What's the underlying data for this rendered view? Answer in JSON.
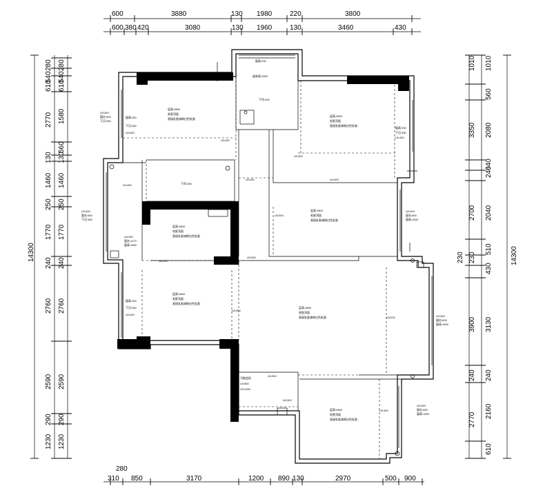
{
  "dimensions": {
    "top_outer": [
      "600",
      "3880",
      "130",
      "1980",
      "220",
      "3800"
    ],
    "top_inner": [
      "600",
      "380",
      "420",
      "3080",
      "130",
      "1960",
      "130",
      "3460",
      "430"
    ],
    "bottom_inner": [
      "310",
      "850",
      "3170",
      "1200",
      "890",
      "130",
      "2970",
      "500",
      "900"
    ],
    "bottom_extra": "280",
    "left_outer": [
      "280",
      "540",
      "610",
      "2770",
      "130",
      "1460",
      "250",
      "1770",
      "240",
      "2760",
      "2590",
      "290",
      "1230"
    ],
    "left_inner": [
      "280",
      "540",
      "610",
      "1580",
      "560",
      "130",
      "1460",
      "250",
      "1770",
      "240",
      "2760",
      "2590",
      "290",
      "1230"
    ],
    "left_total": "14300",
    "right_inner": [
      "1010",
      "560",
      "2080",
      "240",
      "640",
      "2040",
      "510",
      "430",
      "3130",
      "240",
      "2160",
      "610"
    ],
    "right_outer": [
      "1010",
      "3350",
      "2700",
      "230",
      "3900",
      "240",
      "2770"
    ],
    "right_total": "14300",
    "right_extra": "230"
  },
  "room_labels": {
    "room_a": [
      "层高:2800",
      "毛胚顶面",
      "直接乳胶漆刷白色乳胶"
    ],
    "room_b": [
      "层高:2800",
      "毛胚顶面",
      "直接乳胶漆刷白色乳胶"
    ],
    "room_c": [
      "层高:2800",
      "毛胚顶面",
      "直接乳胶漆刷白色乳胶"
    ],
    "room_d": [
      "层高:2800",
      "毛胚顶面",
      "直接乳胶漆刷白色乳胶"
    ],
    "room_e": [
      "层高:2800",
      "毛胚顶面",
      "直接乳胶漆刷白色乳胶"
    ],
    "room_f": [
      "层高:2800",
      "毛胚顶面",
      "直接乳胶漆刷白色乳胶"
    ],
    "room_g": [
      "层高:2800",
      "毛胚顶面",
      "直接乳胶漆刷白色乳胶"
    ]
  },
  "small_labels": {
    "balcony_top": "窗高:200",
    "bath_top": "梁底高:2590",
    "bath_drop": "下吊:300",
    "hall_drop": "下吊:250",
    "beam_a": "LB:400",
    "beam_b": "LB:300",
    "beam_c": "LB:400",
    "beam_d": "LB:400",
    "beam_e": "LB:200",
    "beam_f": "LB:300",
    "beam_g": "LB:300",
    "beam_h": "LB:300",
    "beam_i": "LB:200",
    "beam_j": "LB:300",
    "beam_k": "LB:300",
    "beam_l": "LB:400",
    "beam_m": "LB:300",
    "window_left_1": [
      "LB:400",
      "窗台:600",
      "下沉:450"
    ],
    "window_left_2": [
      "窗高:300",
      "下沉:450",
      "LB:400"
    ],
    "window_right_1": [
      "窗高:300",
      "下沉:450",
      "LB:400"
    ],
    "kitchen_ll": "LB:400",
    "shower_text": [
      "LB:300",
      "窗台:1170",
      "窗高:1500"
    ],
    "entry": [
      "可能会拆",
      "LB:650",
      "LB:1000"
    ],
    "bottom_room_side": [
      "LB:400",
      "窗台:600",
      "窗高:1500"
    ],
    "right_room_side": [
      "LB:400",
      "窗台:600",
      "窗高:1500"
    ],
    "living_side": [
      "LB:400",
      "窗台:600",
      "窗高:1500"
    ]
  }
}
